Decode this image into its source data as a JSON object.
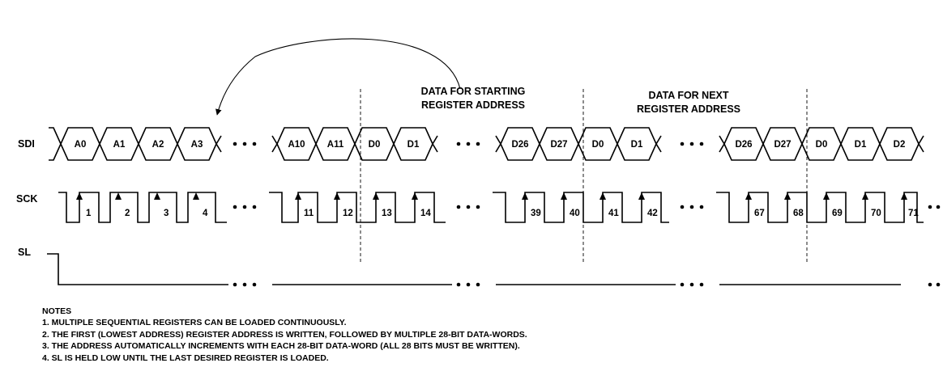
{
  "signals": {
    "sdi": "SDI",
    "sck": "SCK",
    "sl": "SL"
  },
  "headings": {
    "start_line1": "DATA FOR STARTING",
    "start_line2": "REGISTER ADDRESS",
    "next_line1": "DATA FOR NEXT",
    "next_line2": "REGISTER ADDRESS"
  },
  "sdi_cells": [
    "A0",
    "A1",
    "A2",
    "A3",
    "A10",
    "A11",
    "D0",
    "D1",
    "D26",
    "D27",
    "D0",
    "D1",
    "D26",
    "D27",
    "D0",
    "D1",
    "D2"
  ],
  "clock_numbers": [
    "1",
    "2",
    "3",
    "4",
    "11",
    "12",
    "13",
    "14",
    "39",
    "40",
    "41",
    "42",
    "67",
    "68",
    "69",
    "70",
    "71"
  ],
  "notes": {
    "title": "NOTES",
    "items": [
      "1. MULTIPLE SEQUENTIAL REGISTERS CAN BE LOADED CONTINUOUSLY.",
      "2. THE FIRST (LOWEST ADDRESS) REGISTER ADDRESS IS WRITTEN, FOLLOWED BY MULTIPLE 28-BIT DATA-WORDS.",
      "3. THE ADDRESS AUTOMATICALLY INCREMENTS WITH EACH 28-BIT DATA-WORD (ALL 28 BITS MUST BE WRITTEN).",
      "4. SL IS HELD LOW UNTIL THE LAST DESIRED REGISTER IS LOADED."
    ]
  }
}
